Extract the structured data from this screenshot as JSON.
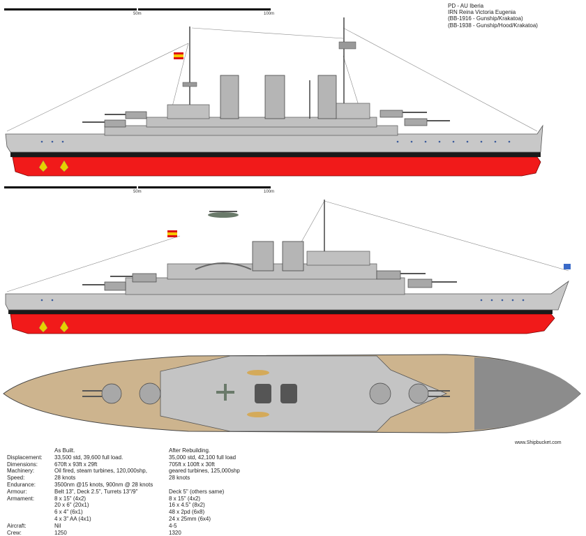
{
  "header": {
    "lines": [
      "PD - AU Iberia",
      "IRN Reina Victoria Eugenia",
      "(BB-1916 - Gunship/Krakatoa)",
      "(BB-1938 - Gunship/Hood/Krakatoa)"
    ]
  },
  "scale_top": {
    "mid_label": "50m",
    "end_label": "100m"
  },
  "scale_mid": {
    "mid_label": "50m",
    "end_label": "100m"
  },
  "credit": "www.Shipbucket.com",
  "colors": {
    "hull_red": "#f11a1a",
    "hull_grey": "#c8c8c8",
    "deck_wood": "#cdb48e",
    "boot_black": "#1a1a1a"
  },
  "specs": {
    "header_a": "As Built.",
    "header_b": "After Rebuilding.",
    "rows": [
      {
        "k": "Displacement:",
        "a": "33,500 std, 39,600 full load.",
        "b": "35,000 std, 42,100 full load"
      },
      {
        "k": "Dimensions:",
        "a": "670ft x 93ft x 29ft",
        "b": "705ft x 100ft x 30ft"
      },
      {
        "k": "Machinery:",
        "a": "Oil fired, steam turbines, 120,000shp,",
        "b": "geared turbines, 125,000shp"
      },
      {
        "k": "Speed:",
        "a": "28 knots",
        "b": "28 knots"
      },
      {
        "k": "Endurance:",
        "a": "3500nm @15 knots, 900nm @ 28 knots",
        "b": ""
      },
      {
        "k": "Armour:",
        "a": "Belt 13\", Deck 2.5\", Turrets 13\"/9\"",
        "b": "Deck 5\" (others same)"
      },
      {
        "k": "Armament:",
        "a": "8 x 15\" (4x2)",
        "b": "8 x 15\" (4x2)"
      },
      {
        "k": "",
        "a": "20 x 6\" (20x1)",
        "b": "16 x 4.5\" (8x2)"
      },
      {
        "k": "",
        "a": "6 x 4\" (6x1)",
        "b": "48 x 2pd (6x8)"
      },
      {
        "k": "",
        "a": "4 x 3\" AA (4x1)",
        "b": "24 x 25mm (6x4)"
      },
      {
        "k": "Aircraft:",
        "a": "Nil",
        "b": "4-5"
      },
      {
        "k": "Crew:",
        "a": "1250",
        "b": "1320"
      }
    ]
  }
}
